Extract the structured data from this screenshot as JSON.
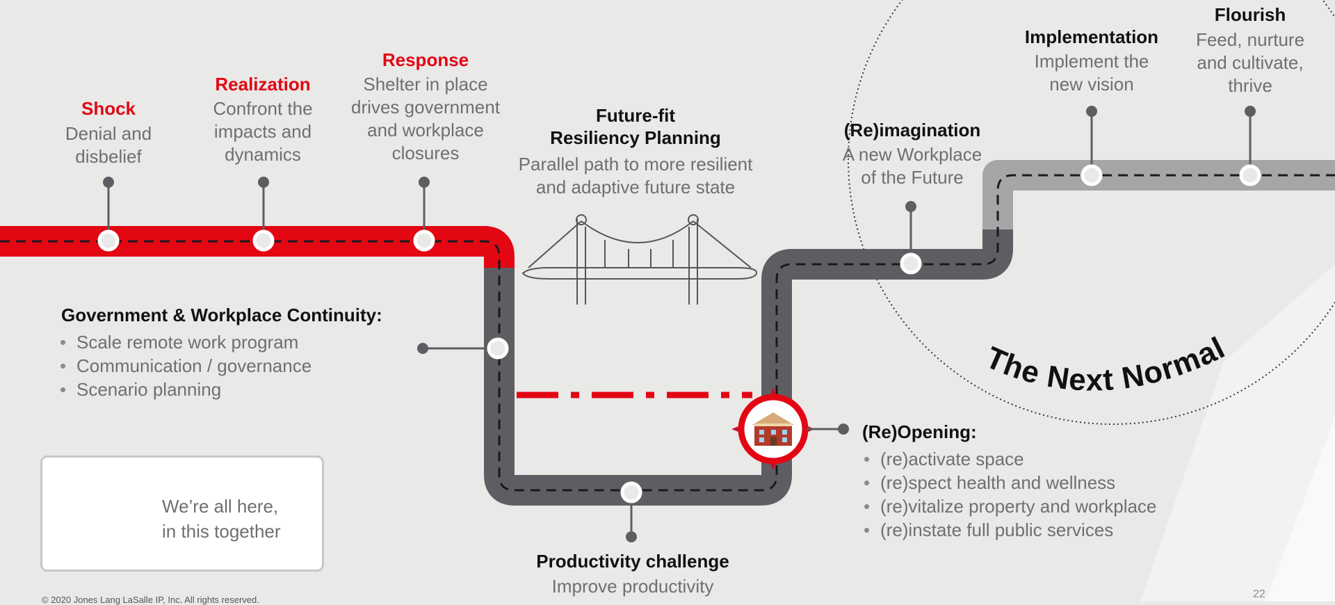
{
  "stages": [
    {
      "key": "shock",
      "title": "Shock",
      "title_color": "red",
      "desc": [
        "Denial and",
        "disbelief"
      ]
    },
    {
      "key": "realization",
      "title": "Realization",
      "title_color": "red",
      "desc": [
        "Confront the",
        "impacts and",
        "dynamics"
      ]
    },
    {
      "key": "response",
      "title": "Response",
      "title_color": "red",
      "desc": [
        "Shelter in place",
        "drives government",
        "and workplace",
        "closures"
      ]
    },
    {
      "key": "future-fit",
      "title": [
        "Future-fit",
        "Resiliency Planning"
      ],
      "title_color": "black",
      "desc": [
        "Parallel path to more resilient",
        "and adaptive future state"
      ]
    },
    {
      "key": "reimagination",
      "title": "(Re)imagination",
      "title_color": "black",
      "desc": [
        "A new Workplace",
        "of the Future"
      ]
    },
    {
      "key": "implementation",
      "title": "Implementation",
      "title_color": "black",
      "desc": [
        "Implement the",
        "new vision"
      ]
    },
    {
      "key": "flourish",
      "title": "Flourish",
      "title_color": "black",
      "desc": [
        "Feed, nurture",
        "and cultivate,",
        "thrive"
      ]
    }
  ],
  "continuity": {
    "title": "Government & Workplace Continuity:",
    "bullets": [
      "Scale remote work program",
      "Communication / governance",
      "Scenario planning"
    ]
  },
  "reopening": {
    "title": "(Re)Opening:",
    "bullets": [
      "(re)activate space",
      "(re)spect health and wellness",
      "(re)vitalize property and workplace",
      "(re)instate full public services"
    ]
  },
  "productivity": {
    "title": "Productivity challenge",
    "desc": "Improve productivity"
  },
  "next_normal": "The Next Normal",
  "together": [
    "We’re all here,",
    "in this together"
  ],
  "footer": {
    "copyright": "© 2020 Jones Lang LaSalle IP, Inc. All rights reserved.",
    "page_number": "22"
  },
  "colors": {
    "red": "#e30613",
    "road_dark": "#5e5e62",
    "road_light": "#a6a6a8",
    "gray_text": "#6f6f73",
    "background": "#e9e9e8"
  },
  "icons": [
    "bridge-icon",
    "building-compass-icon"
  ]
}
